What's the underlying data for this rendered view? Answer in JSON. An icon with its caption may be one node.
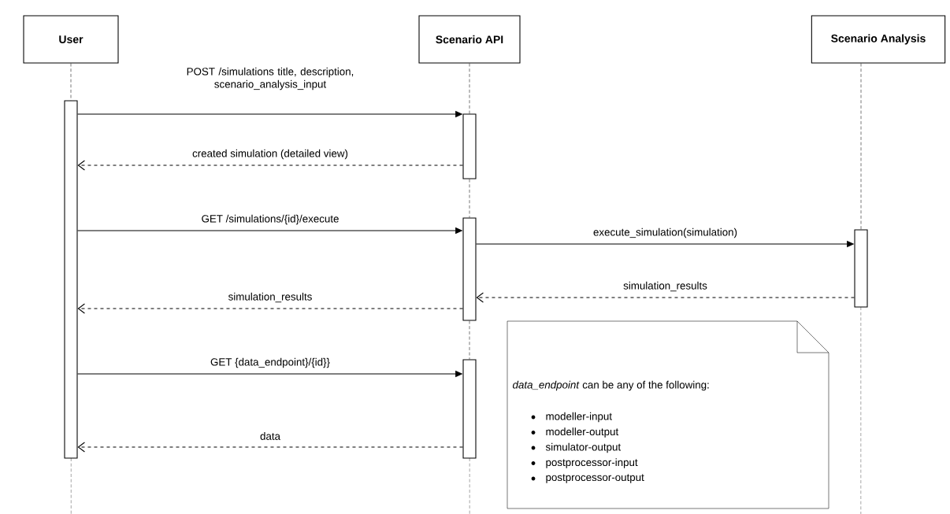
{
  "diagram": {
    "nodes": [
      {
        "text": [
          "User"
        ]
      },
      {
        "text": [
          "Scenario API"
        ]
      },
      {
        "text": [
          "Scenario Analysis"
        ]
      },
      {
        "text": [],
        "shape": "bar"
      },
      {
        "text": [],
        "shape": "bar"
      },
      {
        "text": [],
        "shape": "bar"
      },
      {
        "text": [],
        "shape": "bar"
      },
      {
        "text": [],
        "shape": "bar"
      },
      {
        "text": [
          "*data_endpoint* can be any of the following:",
          "modeller-input",
          "modeller-output",
          "simulator-output",
          "postprocessor-input",
          "postprocessor-output"
        ]
      }
    ],
    "edges": [
      {
        "from": 3,
        "to": 4,
        "arrow": "to",
        "label": "POST /simulations title, description, scenario_analysis_input"
      },
      {
        "from": 4,
        "to": 3,
        "arrow": "to",
        "style": "dashed",
        "label": "created simulation (detailed view)"
      },
      {
        "from": 3,
        "to": 5,
        "arrow": "to",
        "label": "GET /simulations/{id}/execute"
      },
      {
        "from": 5,
        "to": 7,
        "arrow": "to",
        "label": "execute_simulation(simulation)"
      },
      {
        "from": 7,
        "to": 5,
        "arrow": "to",
        "style": "dashed",
        "label": "simulation_results"
      },
      {
        "from": 5,
        "to": 3,
        "arrow": "to",
        "style": "dashed",
        "label": "simulation_results"
      },
      {
        "from": 3,
        "to": 6,
        "arrow": "to",
        "label": "GET {data_endpoint}/{id}}"
      },
      {
        "from": 6,
        "to": 3,
        "arrow": "to",
        "style": "dashed",
        "label": "data"
      },
      {
        "from": 0,
        "to": 3,
        "arrow": "none",
        "style": "dashed"
      },
      {
        "from": 1,
        "to": 4,
        "arrow": "none",
        "style": "dashed"
      },
      {
        "from": 4,
        "to": 5,
        "arrow": "none",
        "style": "dashed"
      },
      {
        "from": 5,
        "to": 6,
        "arrow": "none",
        "style": "dashed"
      },
      {
        "from": 2,
        "to": 7,
        "arrow": "none",
        "style": "dashed"
      }
    ]
  }
}
